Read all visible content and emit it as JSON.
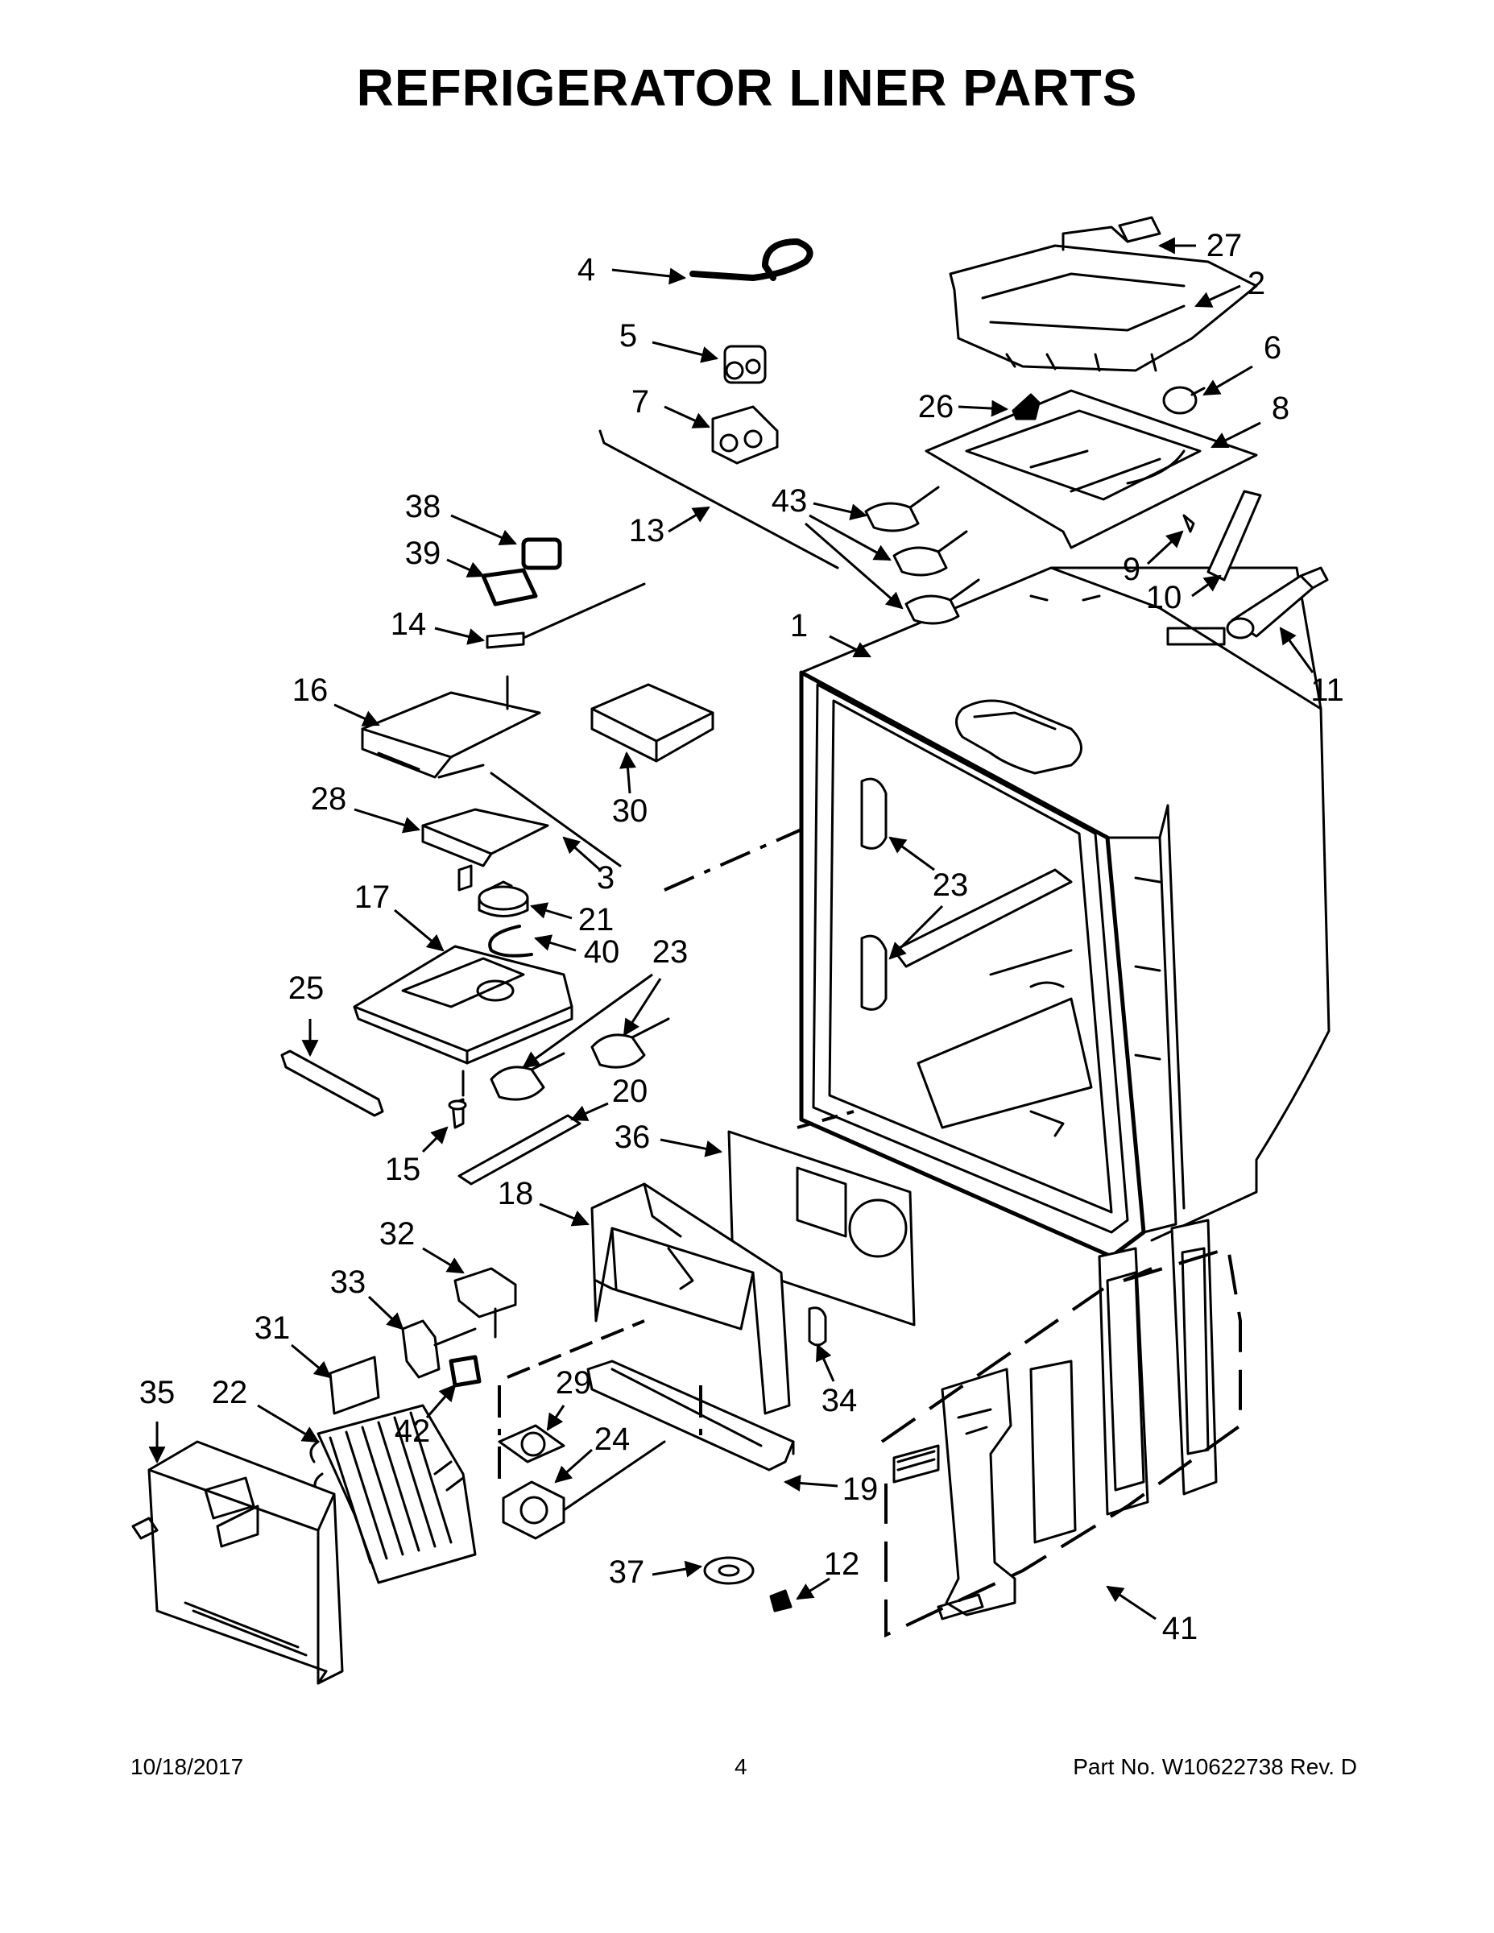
{
  "title": "REFRIGERATOR LINER PARTS",
  "footer": {
    "date": "10/18/2017",
    "page": "4",
    "part_number": "Part No.  W10622738  Rev.  D"
  },
  "callouts": [
    {
      "id": "c1",
      "label": "1"
    },
    {
      "id": "c2",
      "label": "2"
    },
    {
      "id": "c3",
      "label": "3"
    },
    {
      "id": "c4",
      "label": "4"
    },
    {
      "id": "c5",
      "label": "5"
    },
    {
      "id": "c6",
      "label": "6"
    },
    {
      "id": "c7",
      "label": "7"
    },
    {
      "id": "c8",
      "label": "8"
    },
    {
      "id": "c9",
      "label": "9"
    },
    {
      "id": "c10",
      "label": "10"
    },
    {
      "id": "c11",
      "label": "11"
    },
    {
      "id": "c12",
      "label": "12"
    },
    {
      "id": "c13",
      "label": "13"
    },
    {
      "id": "c14",
      "label": "14"
    },
    {
      "id": "c15",
      "label": "15"
    },
    {
      "id": "c16",
      "label": "16"
    },
    {
      "id": "c17",
      "label": "17"
    },
    {
      "id": "c18",
      "label": "18"
    },
    {
      "id": "c19",
      "label": "19"
    },
    {
      "id": "c20",
      "label": "20"
    },
    {
      "id": "c21",
      "label": "21"
    },
    {
      "id": "c22",
      "label": "22"
    },
    {
      "id": "c23a",
      "label": "23"
    },
    {
      "id": "c23b",
      "label": "23"
    },
    {
      "id": "c24",
      "label": "24"
    },
    {
      "id": "c25",
      "label": "25"
    },
    {
      "id": "c26",
      "label": "26"
    },
    {
      "id": "c27",
      "label": "27"
    },
    {
      "id": "c28",
      "label": "28"
    },
    {
      "id": "c29",
      "label": "29"
    },
    {
      "id": "c30",
      "label": "30"
    },
    {
      "id": "c31",
      "label": "31"
    },
    {
      "id": "c32",
      "label": "32"
    },
    {
      "id": "c33",
      "label": "33"
    },
    {
      "id": "c34",
      "label": "34"
    },
    {
      "id": "c35",
      "label": "35"
    },
    {
      "id": "c36",
      "label": "36"
    },
    {
      "id": "c37",
      "label": "37"
    },
    {
      "id": "c38",
      "label": "38"
    },
    {
      "id": "c39",
      "label": "39"
    },
    {
      "id": "c40",
      "label": "40"
    },
    {
      "id": "c41",
      "label": "41"
    },
    {
      "id": "c42",
      "label": "42"
    },
    {
      "id": "c43",
      "label": "43"
    }
  ]
}
